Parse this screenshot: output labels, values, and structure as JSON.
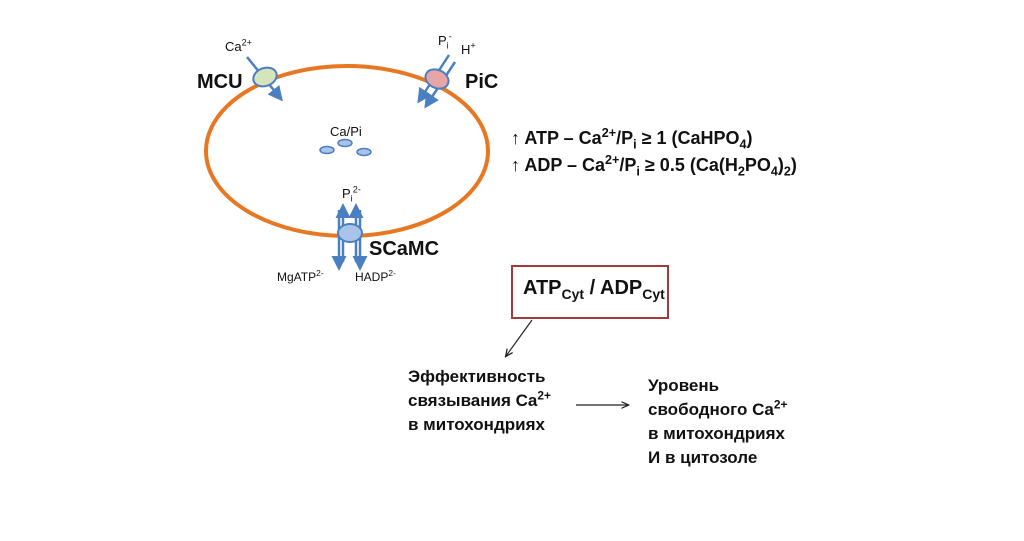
{
  "labels": {
    "mcu": "MCU",
    "pic": "PiC",
    "scamc": "SCaMC",
    "ca": "Ca",
    "ca_sup": "2+",
    "pi_p": "P",
    "pi_i": "i",
    "pi_minus": "-",
    "h": "H",
    "h_plus": "+",
    "ca_pi": "Ca/Pi",
    "pi2_p": "P",
    "pi2_i": "i",
    "pi2_sup": "2-",
    "mgatp": "MgATP",
    "mgatp_sup": "2-",
    "hadp": "HADP",
    "hadp_sup": "2-"
  },
  "equations": {
    "line1": {
      "arrow": "↑",
      "pre": " ATP – Ca",
      "sup": "2+",
      "mid": "/P",
      "sub": "i",
      "post1": " ≥ 1 (CaHPO",
      "sub2": "4",
      "post2": ")"
    },
    "line2": {
      "arrow": "↑",
      "pre": " ADP – Ca",
      "sup": "2+",
      "mid": "/P",
      "sub": "i",
      "post1": " ≥ 0.5 (Ca(H",
      "sub2": "2",
      "mid2": "PO",
      "sub3": "4",
      "mid3": ")",
      "sub4": "2",
      "post2": ")"
    }
  },
  "box": {
    "atp": "ATP",
    "cyt1": "Cyt",
    "sep": " / ",
    "adp": "ADP",
    "cyt2": "Cyt"
  },
  "efficiency": {
    "line1": "Эффективность",
    "line2a": "связывания Ca",
    "line2sup": "2+",
    "line3": "в митохондриях"
  },
  "level": {
    "line1": "Уровень",
    "line2a": "свободного Ca",
    "line2sup": "2+",
    "line3": "в митохондриях",
    "line4": "И в цитозоле"
  },
  "colors": {
    "membrane": "#e87722",
    "arrow": "#4a7fc1",
    "mcu_fill": "#d6e4bc",
    "pic_fill": "#e8a5a5",
    "scamc_fill": "#a9c4e8",
    "granule_fill": "#a9c4e8",
    "box_border": "#a33a3a"
  }
}
